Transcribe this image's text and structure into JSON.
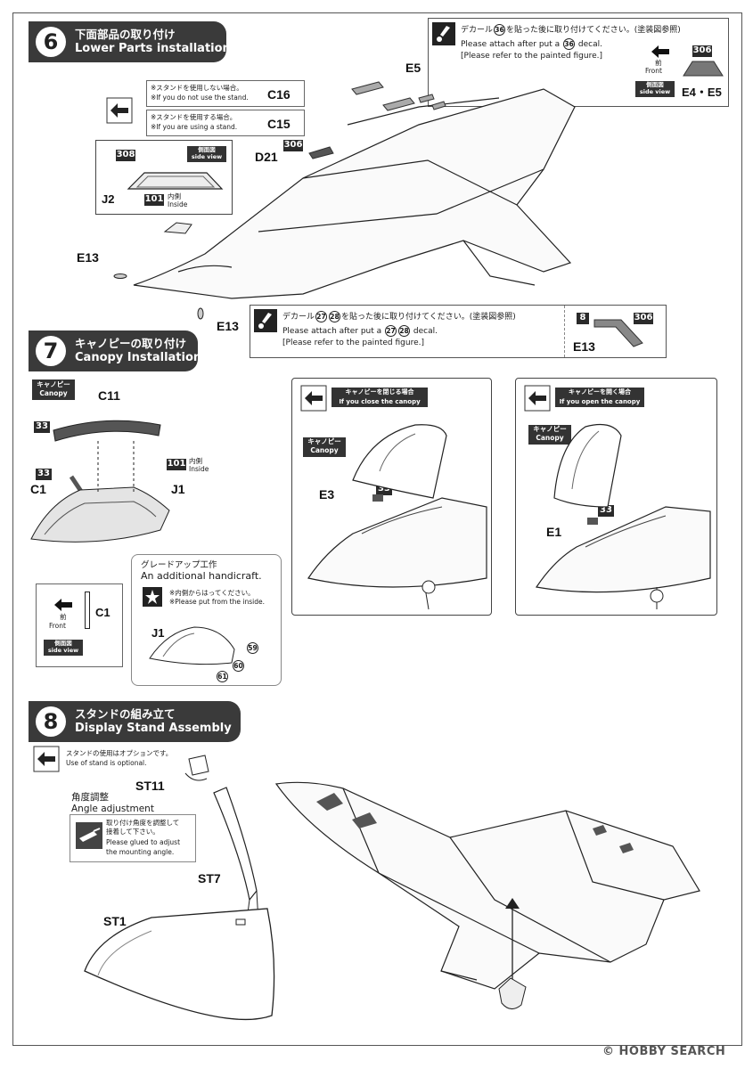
{
  "step6": {
    "number": "6",
    "title_jp": "下面部品の取り付け",
    "title_en": "Lower Parts installation",
    "no_stand_jp": "※スタンドを使用しない場合。",
    "no_stand_en": "※If you do not use the stand.",
    "use_stand_jp": "※スタンドを使用する場合。",
    "use_stand_en": "※If you are using a stand.",
    "parts": {
      "c16": "C16",
      "c15": "C15",
      "d21": "D21",
      "j2": "J2",
      "e13a": "E13",
      "e13b": "E13",
      "e5": "E5",
      "e4": "E4"
    },
    "side_view_jp": "側面図",
    "side_view_en": "side view",
    "inside_jp": "内側",
    "inside_en": "Inside",
    "num_308": "308",
    "num_101": "101",
    "num_306": "306",
    "decal_note1": {
      "jp_pre": "デカール",
      "num": "36",
      "jp_post": "を貼った後に取り付けてください。(塗装図参照)",
      "en_pre": "Please attach after put a",
      "en_post": "decal.",
      "en_ref": "[Please refer to the painted figure.]"
    },
    "front_jp": "前",
    "front_en": "Front",
    "e4e5_label": "E4・E5",
    "decal_note2": {
      "jp_pre": "デカール",
      "num_a": "27",
      "num_b": "28",
      "jp_post": "を貼った後に取り付けてください。(塗装図参照)",
      "en_pre": "Please attach after put a",
      "en_post": "decal.",
      "en_ref": "[Please refer to the painted figure.]"
    },
    "e13_box_label": "E13",
    "num_8": "8"
  },
  "step7": {
    "number": "7",
    "title_jp": "キャノピーの取り付け",
    "title_en": "Canopy Installation",
    "canopy_jp": "キャノピー",
    "canopy_en": "Canopy",
    "parts": {
      "c11": "C11",
      "c1": "C1",
      "j1": "J1",
      "c1b": "C1",
      "j1b": "J1",
      "e3": "E3",
      "e1": "E1"
    },
    "num_33": "33",
    "num_101": "101",
    "inside_jp": "内側",
    "inside_en": "Inside",
    "front_jp": "前",
    "front_en": "Front",
    "side_view_jp": "側面図",
    "side_view_en": "side view",
    "upgrade_jp": "グレードアップ工作",
    "upgrade_en": "An additional handicraft.",
    "from_inside_jp": "※内側からはってください。",
    "from_inside_en": "※Please put from the inside.",
    "decals": [
      "59",
      "60",
      "61"
    ],
    "close_jp": "キャノピーを閉じる場合",
    "close_en": "If you close the canopy",
    "open_jp": "キャノピーを開く場合",
    "open_en": "If you open the canopy"
  },
  "step8": {
    "number": "8",
    "title_jp": "スタンドの組み立て",
    "title_en": "Display Stand Assembly",
    "optional_jp": "スタンドの使用はオプションです。",
    "optional_en": "Use of stand is optional.",
    "angle_jp": "角度調整",
    "angle_en": "Angle adjustment",
    "glue_jp1": "取り付け角度を調整して",
    "glue_jp2": "接着して下さい。",
    "glue_en1": "Please glued to adjust",
    "glue_en2": "the mounting angle.",
    "parts": {
      "st11": "ST11",
      "st7": "ST7",
      "st1": "ST1"
    }
  },
  "watermark": "© HOBBY SEARCH"
}
